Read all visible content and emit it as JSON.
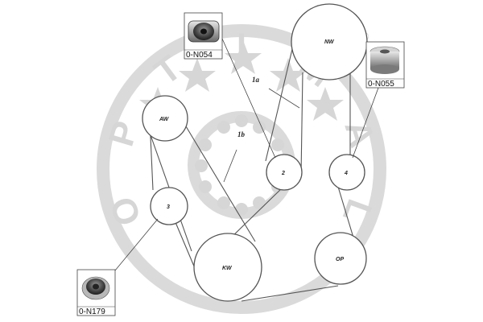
{
  "watermark": {
    "brand_letters": [
      "O",
      "P",
      "T",
      "I",
      "M",
      "A",
      "L"
    ],
    "registered_mark": "®",
    "color": "#d6d6d6"
  },
  "belts": [
    {
      "id": "1a",
      "label": "1a"
    },
    {
      "id": "1b",
      "label": "1b"
    }
  ],
  "pulleys": [
    {
      "id": "NW",
      "label": "NW"
    },
    {
      "id": "AW",
      "label": "AW"
    },
    {
      "id": "2",
      "label": "2"
    },
    {
      "id": "4",
      "label": "4"
    },
    {
      "id": "3",
      "label": "3"
    },
    {
      "id": "KW",
      "label": "KW"
    },
    {
      "id": "OP",
      "label": "OP"
    }
  ],
  "parts": [
    {
      "id": "n054",
      "code": "0-N054",
      "icon": "tensioner-roller-icon"
    },
    {
      "id": "n055",
      "code": "0-N055",
      "icon": "idler-pulley-icon"
    },
    {
      "id": "n179",
      "code": "0-N179",
      "icon": "tensioner-pulley-icon"
    }
  ],
  "colors": {
    "line": "#333333",
    "belt": "#555555",
    "frame": "#444444"
  }
}
